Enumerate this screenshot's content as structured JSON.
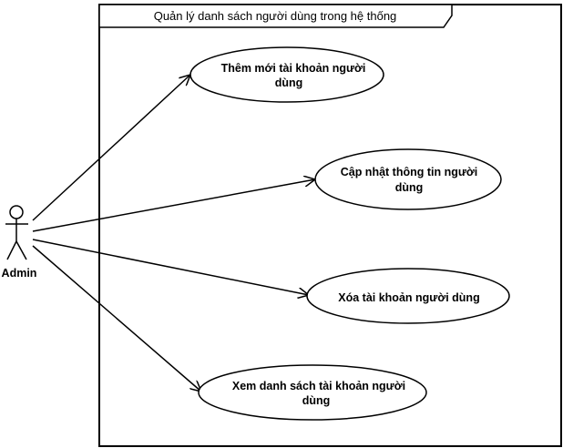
{
  "system": {
    "title": "Quản lý danh sách người dùng trong hệ thống"
  },
  "actor": {
    "name": "Admin"
  },
  "use_cases": [
    {
      "line1": "Thêm mới tài khoản người",
      "line2": "dùng"
    },
    {
      "line1": "Cập nhật thông tin người",
      "line2": "dùng"
    },
    {
      "line1": "Xóa tài khoản người dùng",
      "line2": ""
    },
    {
      "line1": "Xem danh sách tài khoản người",
      "line2": "dùng"
    }
  ],
  "colors": {
    "stroke": "#000000",
    "fill": "#ffffff"
  }
}
